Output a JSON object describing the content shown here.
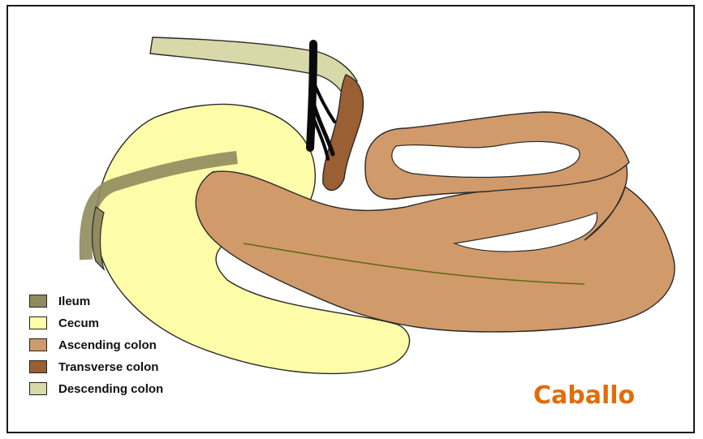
{
  "legend": [
    {
      "label": "Ileum",
      "color": "#8f8b5e"
    },
    {
      "label": "Cecum",
      "color": "#fdfca8"
    },
    {
      "label": "Ascending colon",
      "color": "#d19a6a"
    },
    {
      "label": "Transverse colon",
      "color": "#9a5f33"
    },
    {
      "label": "Descending colon",
      "color": "#d8d8a9"
    }
  ],
  "brand_label": "Caballo",
  "colors": {
    "ileum": "#8f8b5e",
    "cecum": "#fdfca8",
    "ascending": "#d19a6a",
    "transverse": "#9a5f33",
    "descending": "#d8d8a9",
    "vessel": "#0a0a0a",
    "brand": "#e36c09"
  }
}
